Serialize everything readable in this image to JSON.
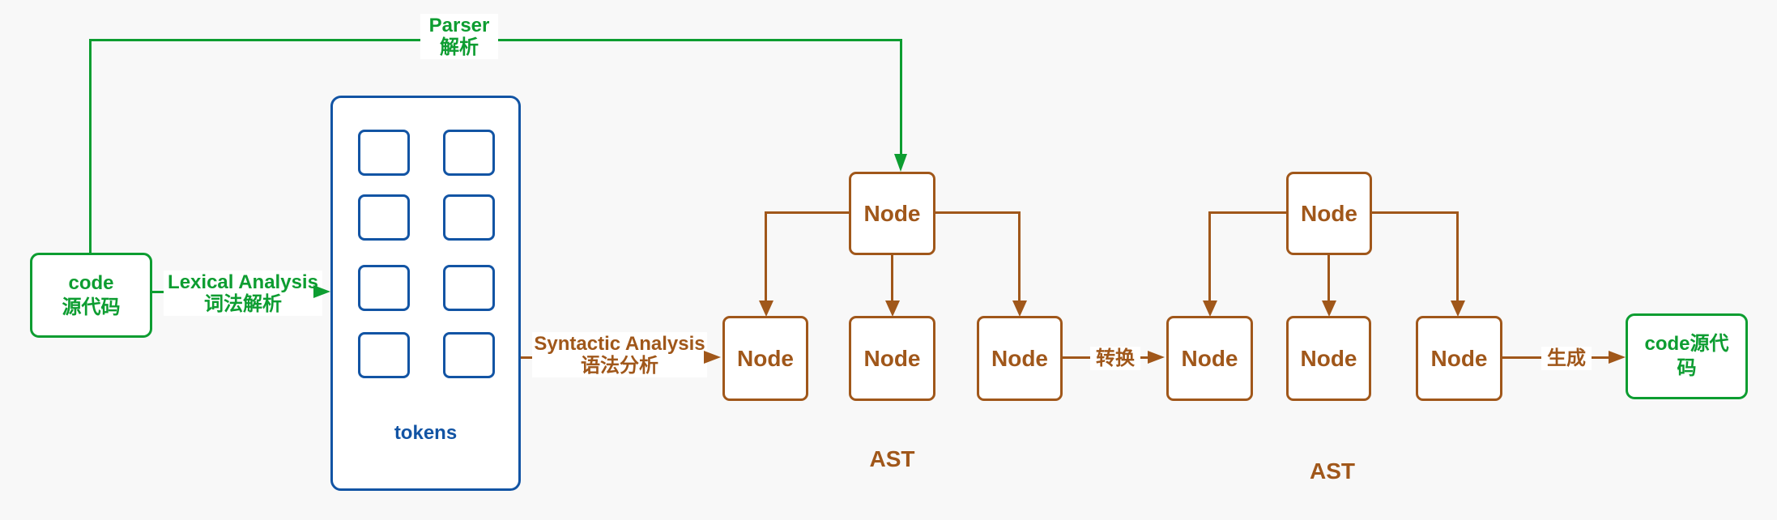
{
  "colors": {
    "background": "#f8f8f8",
    "green": "#0d9d31",
    "brown": "#a0571a",
    "blue": "#1254a4",
    "box_fill": "#ffffff"
  },
  "source_box": {
    "line1": "code",
    "line2": "源代码"
  },
  "parser_label": {
    "line1": "Parser",
    "line2": "解析"
  },
  "lexical_label": {
    "line1": "Lexical Analysis",
    "line2": "词法解析"
  },
  "tokens": {
    "label": "tokens",
    "count": 8
  },
  "syntactic_label": {
    "line1": "Syntactic Analysis",
    "line2": "语法分析"
  },
  "transform_label": "转换",
  "generate_label": "生成",
  "ast1": {
    "root": "Node",
    "children": [
      "Node",
      "Node",
      "Node"
    ],
    "caption": "AST"
  },
  "ast2": {
    "root": "Node",
    "children": [
      "Node",
      "Node",
      "Node"
    ],
    "caption": "AST"
  },
  "output_box": {
    "line1": "code源代",
    "line2": "码"
  }
}
